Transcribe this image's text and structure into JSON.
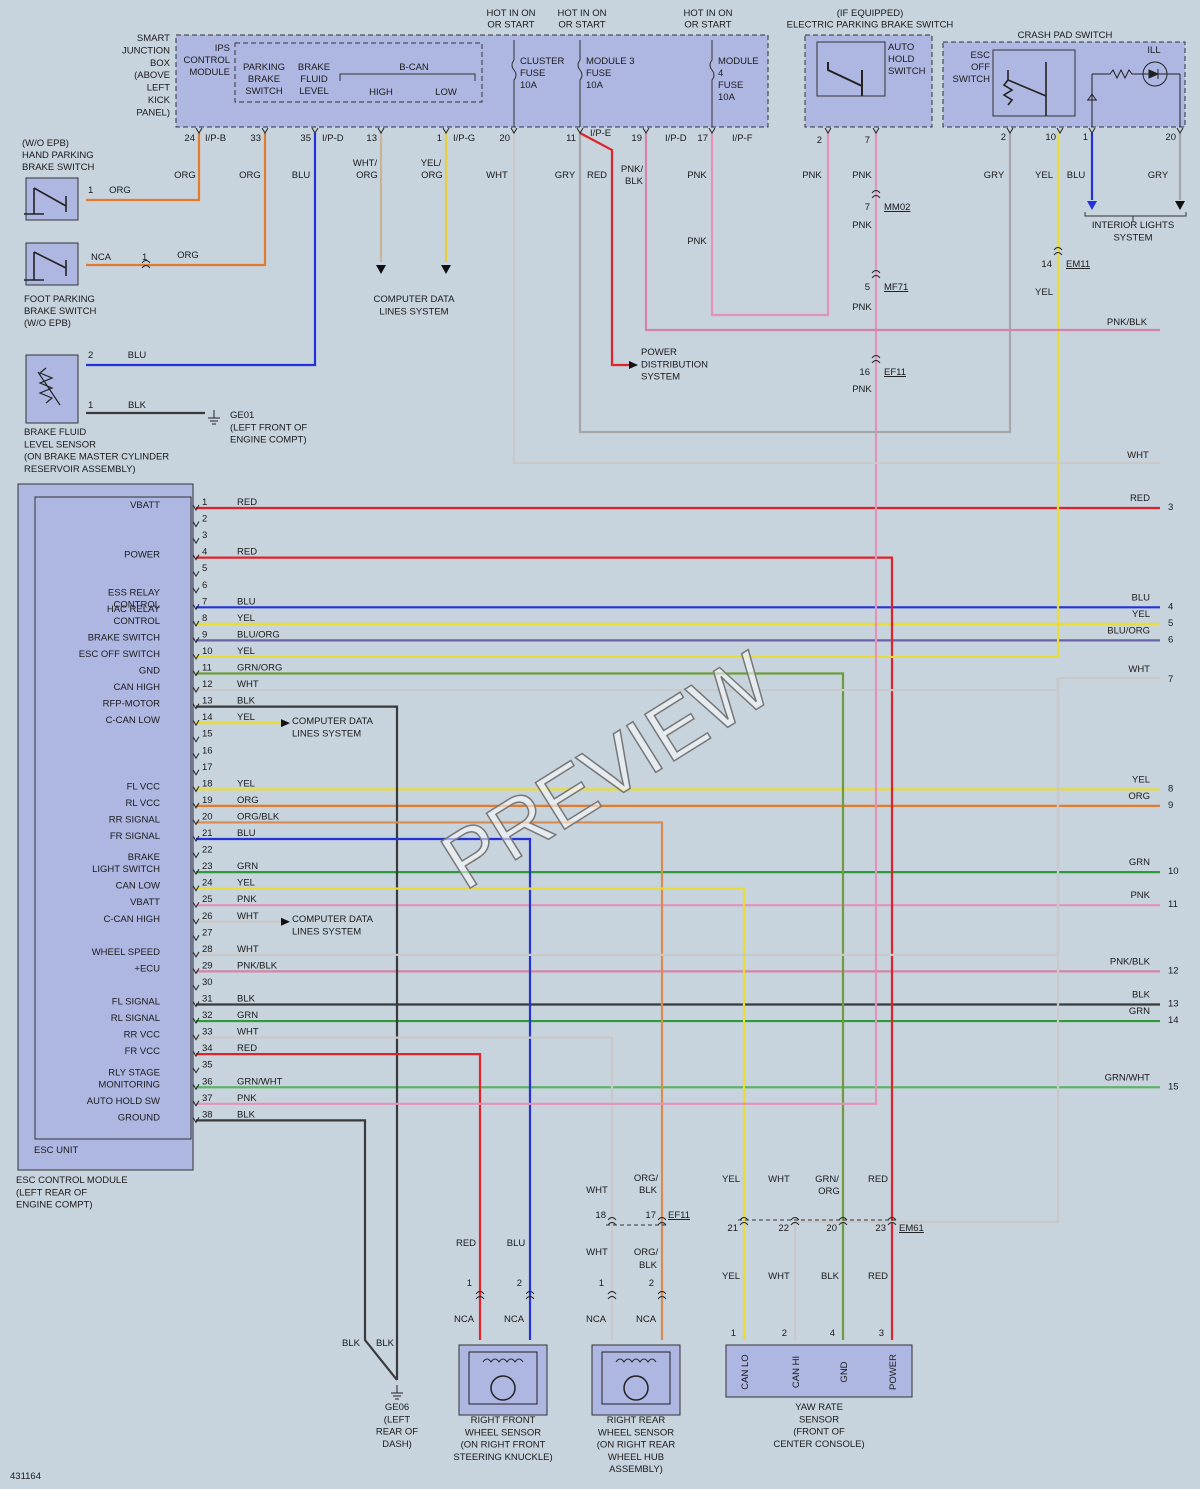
{
  "watermark": "PREVIEW",
  "diagram_id": "431164",
  "colors": {
    "RED": "#e0232b",
    "BLU": "#2333d8",
    "YEL": "#e8dc3a",
    "ORG": "#e47a2c",
    "GRN": "#2e9a3a",
    "WHT": "#c9c9c9",
    "BLK": "#3a3a3a",
    "PNK": "#e493b8",
    "GRY": "#a6a6a6",
    "BLU/ORG": "#6b63a8",
    "GRN/ORG": "#6f9a3e",
    "ORG/BLK": "#d98a4e",
    "PNK/BLK": "#d484a8",
    "GRN/WHT": "#5fb26a",
    "WHT/ORG": "#c9b49a",
    "YEL/ORG": "#e6cf3a"
  },
  "junction_box": {
    "label_lines": [
      "SMART",
      "JUNCTION",
      "BOX",
      "(ABOVE",
      "LEFT",
      "KICK",
      "PANEL)"
    ],
    "ips_lines": [
      "IPS",
      "CONTROL",
      "MODULE"
    ],
    "parking_brake_lines": [
      "PARKING",
      "BRAKE",
      "SWITCH"
    ],
    "brake_fluid_lines": [
      "BRAKE",
      "FLUID",
      "LEVEL"
    ],
    "bcan": "B-CAN",
    "high": "HIGH",
    "low": "LOW",
    "cluster_fuse_lines": [
      "CLUSTER",
      "FUSE",
      "10A"
    ],
    "module3_fuse_lines": [
      "MODULE 3",
      "FUSE",
      "10A"
    ],
    "module4_fuse_lines": [
      "MODULE",
      "4",
      "FUSE",
      "10A"
    ],
    "hot1_lines": [
      "HOT IN ON",
      "OR START"
    ],
    "hot2_lines": [
      "HOT IN ON",
      "OR START"
    ],
    "hot3_lines": [
      "HOT IN ON",
      "OR START"
    ]
  },
  "epb": {
    "title_lines": [
      "(IF EQUIPPED)",
      "ELECTRIC PARKING BRAKE SWITCH"
    ],
    "auto_hold_lines": [
      "AUTO",
      "HOLD",
      "SWITCH"
    ]
  },
  "crash_pad": {
    "title": "CRASH PAD SWITCH",
    "esc_off_lines": [
      "ESC",
      "OFF",
      "SWITCH"
    ],
    "ill": "ILL"
  },
  "interior_lights_lines": [
    "INTERIOR LIGHTS",
    "SYSTEM"
  ],
  "hand_brake_lines": [
    "(W/O EPB)",
    "HAND PARKING",
    "BRAKE SWITCH"
  ],
  "foot_brake_lines": [
    "FOOT PARKING",
    "BRAKE SWITCH",
    "(W/O EPB)"
  ],
  "fluid_sensor_lines": [
    "BRAKE FLUID",
    "LEVEL SENSOR",
    "(ON BRAKE MASTER CYLINDER",
    "RESERVOIR ASSEMBLY)"
  ],
  "ge01_lines": [
    "GE01",
    "(LEFT FRONT OF",
    "ENGINE COMPT)"
  ],
  "computer_data_lines": [
    "COMPUTER DATA",
    "LINES SYSTEM"
  ],
  "power_dist_lines": [
    "POWER",
    "DISTRIBUTION",
    "SYSTEM"
  ],
  "esc_unit": "ESC UNIT",
  "esc_module_lines": [
    "ESC CONTROL MODULE",
    "(LEFT REAR OF",
    "ENGINE COMPT)"
  ],
  "ge06_lines": [
    "GE06",
    "(LEFT",
    "REAR OF",
    "DASH)"
  ],
  "rf_sensor_lines": [
    "RIGHT FRONT",
    "WHEEL SENSOR",
    "(ON RIGHT FRONT",
    "STEERING KNUCKLE)"
  ],
  "rr_sensor_lines": [
    "RIGHT REAR",
    "WHEEL SENSOR",
    "(ON RIGHT REAR",
    "WHEEL HUB",
    "ASSEMBLY)"
  ],
  "yaw_sensor_lines": [
    "YAW RATE",
    "SENSOR",
    "(FRONT OF",
    "CENTER CONSOLE)"
  ],
  "yaw_pins": [
    "CAN LO",
    "CAN HI",
    "GND",
    "POWER"
  ],
  "connectors": {
    "ipb": "I/P-B",
    "ipd": "I/P-D",
    "ipg": "I/P-G",
    "ipe": "I/P-E",
    "ipf": "I/P-F",
    "mm02": "MM02",
    "mf71": "MF71",
    "ef11": "EF11",
    "em11": "EM11",
    "em61": "EM61",
    "nca": "NCA"
  },
  "esc_pins": [
    {
      "n": "1",
      "label": "VBATT",
      "wire": "RED",
      "dest": "3"
    },
    {
      "n": "2",
      "label": "",
      "wire": "",
      "dest": ""
    },
    {
      "n": "3",
      "label": "",
      "wire": "",
      "dest": ""
    },
    {
      "n": "4",
      "label": "POWER",
      "wire": "RED",
      "dest": ""
    },
    {
      "n": "5",
      "label": "",
      "wire": "",
      "dest": ""
    },
    {
      "n": "6",
      "label": "",
      "wire": "",
      "dest": ""
    },
    {
      "n": "7",
      "label": "ESS RELAY CONTROL",
      "wire": "BLU",
      "dest": "4"
    },
    {
      "n": "8",
      "label": "HAC RELAY CONTROL",
      "wire": "YEL",
      "dest": "5"
    },
    {
      "n": "9",
      "label": "BRAKE SWITCH",
      "wire": "BLU/ORG",
      "dest": "6"
    },
    {
      "n": "10",
      "label": "ESC OFF SWITCH",
      "wire": "YEL",
      "dest": ""
    },
    {
      "n": "11",
      "label": "GND",
      "wire": "GRN/ORG",
      "dest": ""
    },
    {
      "n": "12",
      "label": "CAN HIGH",
      "wire": "WHT",
      "dest": ""
    },
    {
      "n": "13",
      "label": "RFP-MOTOR",
      "wire": "BLK",
      "dest": ""
    },
    {
      "n": "14",
      "label": "C-CAN LOW",
      "wire": "YEL",
      "dest": ""
    },
    {
      "n": "15",
      "label": "",
      "wire": "",
      "dest": ""
    },
    {
      "n": "16",
      "label": "",
      "wire": "",
      "dest": ""
    },
    {
      "n": "17",
      "label": "",
      "wire": "",
      "dest": ""
    },
    {
      "n": "18",
      "label": "FL VCC",
      "wire": "YEL",
      "dest": "8"
    },
    {
      "n": "19",
      "label": "RL VCC",
      "wire": "ORG",
      "dest": "9"
    },
    {
      "n": "20",
      "label": "RR SIGNAL",
      "wire": "ORG/BLK",
      "dest": ""
    },
    {
      "n": "21",
      "label": "FR SIGNAL",
      "wire": "BLU",
      "dest": ""
    },
    {
      "n": "22",
      "label": "",
      "wire": "",
      "dest": ""
    },
    {
      "n": "23",
      "label": "BRAKE LIGHT SWITCH",
      "wire": "GRN",
      "dest": "10"
    },
    {
      "n": "24",
      "label": "CAN LOW",
      "wire": "YEL",
      "dest": ""
    },
    {
      "n": "25",
      "label": "VBATT",
      "wire": "PNK",
      "dest": "11"
    },
    {
      "n": "26",
      "label": "C-CAN HIGH",
      "wire": "WHT",
      "dest": ""
    },
    {
      "n": "27",
      "label": "",
      "wire": "",
      "dest": ""
    },
    {
      "n": "28",
      "label": "WHEEL SPEED",
      "wire": "WHT",
      "dest": ""
    },
    {
      "n": "29",
      "label": "+ECU",
      "wire": "PNK/BLK",
      "dest": "12"
    },
    {
      "n": "30",
      "label": "",
      "wire": "",
      "dest": ""
    },
    {
      "n": "31",
      "label": "FL SIGNAL",
      "wire": "BLK",
      "dest": "13"
    },
    {
      "n": "32",
      "label": "RL SIGNAL",
      "wire": "GRN",
      "dest": "14"
    },
    {
      "n": "33",
      "label": "RR VCC",
      "wire": "WHT",
      "dest": ""
    },
    {
      "n": "34",
      "label": "FR VCC",
      "wire": "RED",
      "dest": ""
    },
    {
      "n": "35",
      "label": "",
      "wire": "",
      "dest": ""
    },
    {
      "n": "36",
      "label": "RLY STAGE MONITORING",
      "wire": "GRN/WHT",
      "dest": "15"
    },
    {
      "n": "37",
      "label": "AUTO HOLD SW",
      "wire": "PNK",
      "dest": ""
    },
    {
      "n": "38",
      "label": "GROUND",
      "wire": "BLK",
      "dest": ""
    }
  ]
}
